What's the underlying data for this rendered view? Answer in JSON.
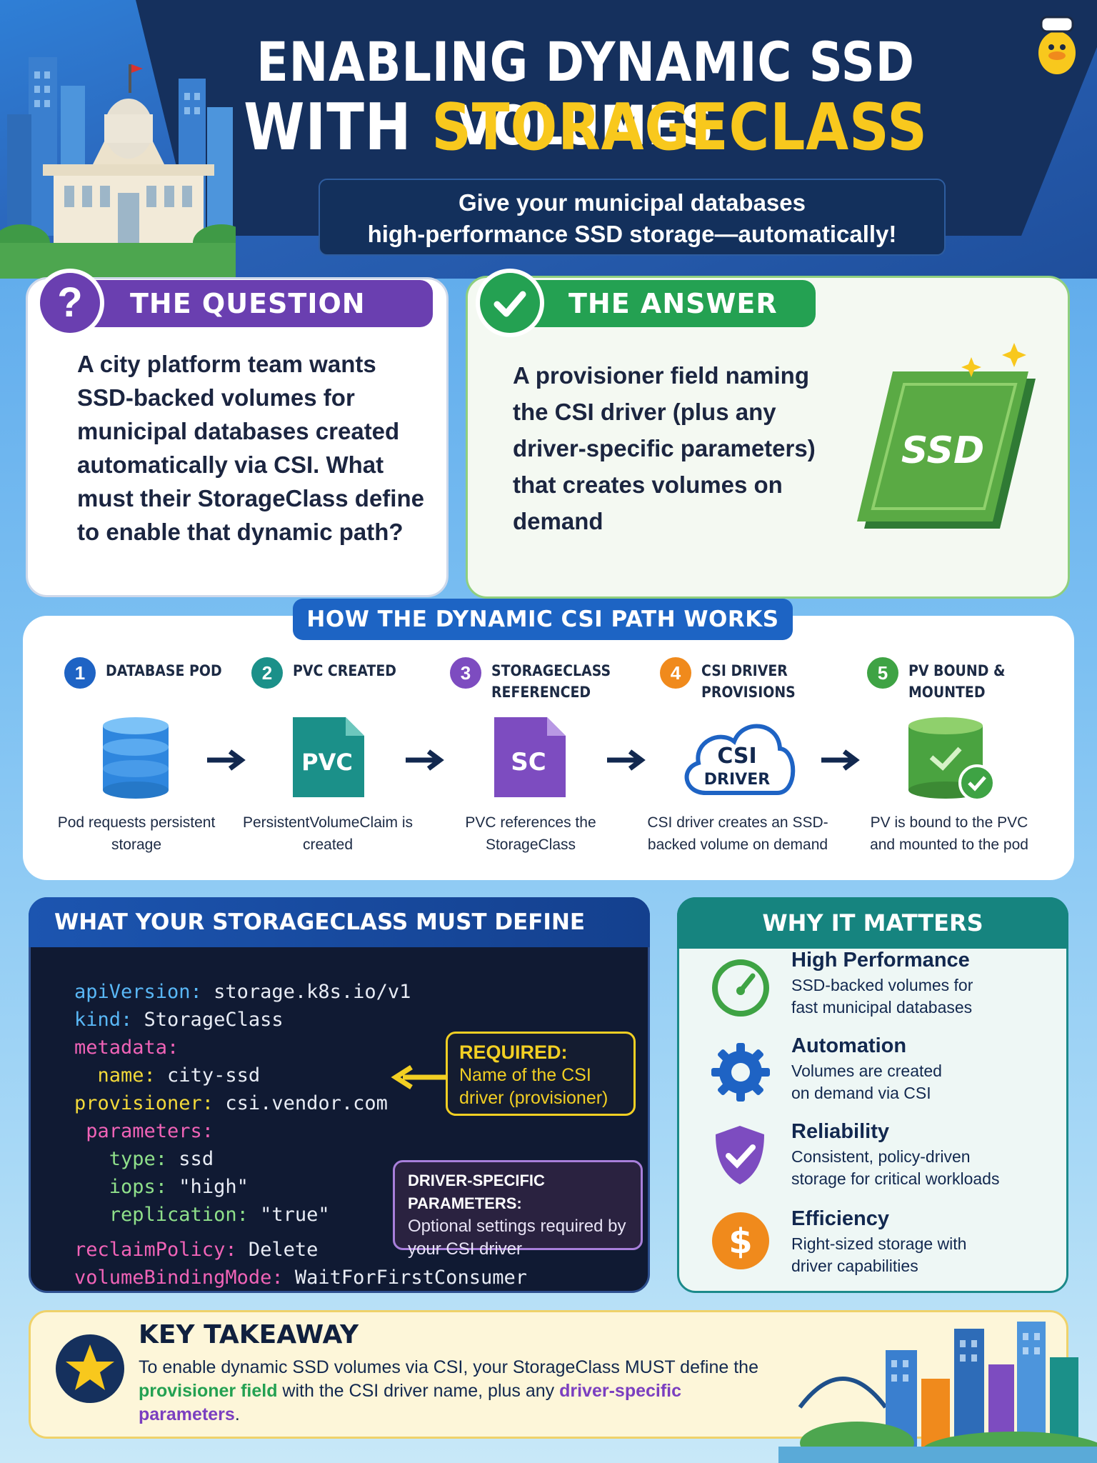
{
  "header": {
    "title_line1": "ENABLING DYNAMIC SSD VOLUMES",
    "title_line2_white": "WITH",
    "title_line2_accent": "STORAGECLASS",
    "subtitle_line1": "Give your municipal databases",
    "subtitle_line2": "high-performance SSD storage—automatically!"
  },
  "question": {
    "label": "THE QUESTION",
    "icon": "?",
    "text": "A city platform team wants SSD-backed volumes for municipal databases created automatically via CSI. What must their StorageClass define to enable that dynamic path?"
  },
  "answer": {
    "label": "THE ANSWER",
    "text": "A provisioner field naming the CSI driver (plus any driver-specific parameters) that creates volumes on demand",
    "ssd_label": "SSD"
  },
  "how": {
    "title": "HOW THE DYNAMIC CSI PATH WORKS",
    "steps": [
      {
        "num": "1",
        "title": "DATABASE POD",
        "desc": "Pod requests persistent storage",
        "color": "#1e63c4"
      },
      {
        "num": "2",
        "title": "PVC CREATED",
        "desc": "PersistentVolumeClaim is created",
        "color": "#1b9089",
        "icon_text": "PVC"
      },
      {
        "num": "3",
        "title": "STORAGECLASS REFERENCED",
        "desc": "PVC references the StorageClass",
        "color": "#7d4cc0",
        "icon_text": "SC"
      },
      {
        "num": "4",
        "title": "CSI DRIVER PROVISIONS",
        "desc": "CSI driver creates an SSD-backed volume on demand",
        "color": "#f08a1c",
        "icon_text1": "CSI",
        "icon_text2": "DRIVER"
      },
      {
        "num": "5",
        "title": "PV BOUND & MOUNTED",
        "desc": "PV is bound to the PVC and mounted to the pod",
        "color": "#3ea344"
      }
    ]
  },
  "code": {
    "title": "WHAT YOUR STORAGECLASS MUST DEFINE",
    "lines": {
      "apiVersion_k": "apiVersion:",
      "apiVersion_v": " storage.k8s.io/v1",
      "kind_k": "kind:",
      "kind_v": " StorageClass",
      "metadata_k": "metadata:",
      "name_k": "  name:",
      "name_v": " city-ssd",
      "provisioner_k": "provisioner:",
      "provisioner_v": " csi.vendor.com",
      "parameters_k": " parameters:",
      "type_k": "   type:",
      "type_v": " ssd",
      "iops_k": "   iops:",
      "iops_v": " \"high\"",
      "replication_k": "   replication:",
      "replication_v": " \"true\"",
      "reclaim_k": "reclaimPolicy:",
      "reclaim_v": " Delete",
      "binding_k": "volumeBindingMode:",
      "binding_v": " WaitForFirstConsumer"
    },
    "required_title": "REQUIRED:",
    "required_text": "Name of the CSI driver (provisioner)",
    "driver_title": "DRIVER-SPECIFIC PARAMETERS:",
    "driver_text": "Optional settings required by your CSI driver"
  },
  "why": {
    "title": "WHY IT MATTERS",
    "items": [
      {
        "title": "High Performance",
        "desc_line1": "SSD-backed volumes for",
        "desc_line2": "fast municipal databases",
        "icon": "gauge-icon"
      },
      {
        "title": "Automation",
        "desc_line1": "Volumes are created",
        "desc_line2": "on demand via CSI",
        "icon": "gear-icon"
      },
      {
        "title": "Reliability",
        "desc_line1": "Consistent, policy-driven",
        "desc_line2": "storage for critical workloads",
        "icon": "shield-icon"
      },
      {
        "title": "Efficiency",
        "desc_line1": "Right-sized storage with",
        "desc_line2": "driver capabilities",
        "icon": "dollar-icon"
      }
    ]
  },
  "takeaway": {
    "title": "KEY TAKEAWAY",
    "text_a": "To enable dynamic SSD volumes via CSI, your StorageClass MUST define the ",
    "text_b": "provisioner field",
    "text_c": " with the CSI driver name, plus any ",
    "text_d": "driver-specific parameters",
    "text_e": "."
  },
  "colors": {
    "accent_yellow": "#f8c81d",
    "purple": "#6a3fb0",
    "green": "#24a152",
    "blue": "#1e63c4",
    "teal": "#16847f"
  }
}
